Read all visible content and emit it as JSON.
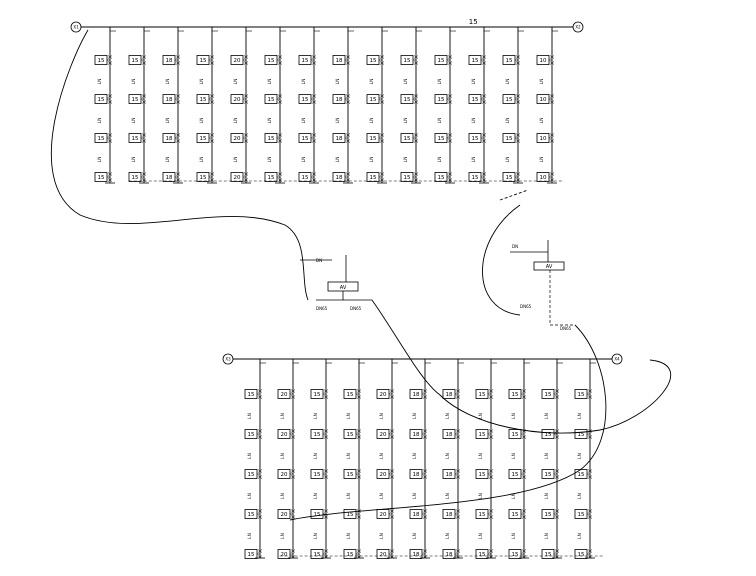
{
  "diagram": {
    "upper_panel": {
      "header_label": "15",
      "tag_left": "X1",
      "tag_right": "X2",
      "columns": [
        {
          "riser": "LN",
          "units": [
            "15",
            "15",
            "15",
            "15"
          ]
        },
        {
          "riser": "LN",
          "units": [
            "15",
            "15",
            "15",
            "15"
          ]
        },
        {
          "riser": "LN",
          "units": [
            "18",
            "18",
            "18",
            "18"
          ]
        },
        {
          "riser": "LN",
          "units": [
            "15",
            "15",
            "15",
            "15"
          ]
        },
        {
          "riser": "LN",
          "units": [
            "20",
            "20",
            "20",
            "20"
          ]
        },
        {
          "riser": "LN",
          "units": [
            "15",
            "15",
            "15",
            "15"
          ]
        },
        {
          "riser": "LN",
          "units": [
            "15",
            "15",
            "15",
            "15"
          ]
        },
        {
          "riser": "LN",
          "units": [
            "18",
            "18",
            "18",
            "18"
          ]
        },
        {
          "riser": "LN",
          "units": [
            "15",
            "15",
            "15",
            "15"
          ]
        },
        {
          "riser": "LN",
          "units": [
            "15",
            "15",
            "15",
            "15"
          ]
        },
        {
          "riser": "LN",
          "units": [
            "15",
            "15",
            "15",
            "15"
          ]
        },
        {
          "riser": "LN",
          "units": [
            "15",
            "15",
            "15",
            "15"
          ]
        },
        {
          "riser": "LN",
          "units": [
            "15",
            "15",
            "15",
            "15"
          ]
        },
        {
          "riser": "LN",
          "units": [
            "10",
            "10",
            "10",
            "10"
          ]
        }
      ]
    },
    "lower_panel": {
      "tag_left": "X3",
      "tag_right": "X4",
      "columns": [
        {
          "riser": "LN",
          "units": [
            "15",
            "15",
            "15",
            "15",
            "15"
          ]
        },
        {
          "riser": "LN",
          "units": [
            "20",
            "20",
            "20",
            "20",
            "20"
          ]
        },
        {
          "riser": "LN",
          "units": [
            "15",
            "15",
            "15",
            "15",
            "15"
          ]
        },
        {
          "riser": "LN",
          "units": [
            "15",
            "15",
            "15",
            "15",
            "15"
          ]
        },
        {
          "riser": "LN",
          "units": [
            "20",
            "20",
            "20",
            "20",
            "20"
          ]
        },
        {
          "riser": "LN",
          "units": [
            "18",
            "18",
            "18",
            "18",
            "18"
          ]
        },
        {
          "riser": "LN",
          "units": [
            "18",
            "18",
            "18",
            "18",
            "18"
          ]
        },
        {
          "riser": "LN",
          "units": [
            "15",
            "15",
            "15",
            "15",
            "15"
          ]
        },
        {
          "riser": "LN",
          "units": [
            "15",
            "15",
            "15",
            "15",
            "15"
          ]
        },
        {
          "riser": "LN",
          "units": [
            "15",
            "15",
            "15",
            "15",
            "15"
          ]
        },
        {
          "riser": "LN",
          "units": [
            "15",
            "15",
            "15",
            "15",
            "15"
          ]
        }
      ]
    },
    "valve_left": {
      "label": "AV",
      "side_label_top": "DN",
      "side_label_left": "DN65",
      "side_label_right": "DN65"
    },
    "valve_right": {
      "label": "AV",
      "side_label_top": "DN",
      "side_label_left": "DN65",
      "side_label_right": "DN65"
    }
  }
}
